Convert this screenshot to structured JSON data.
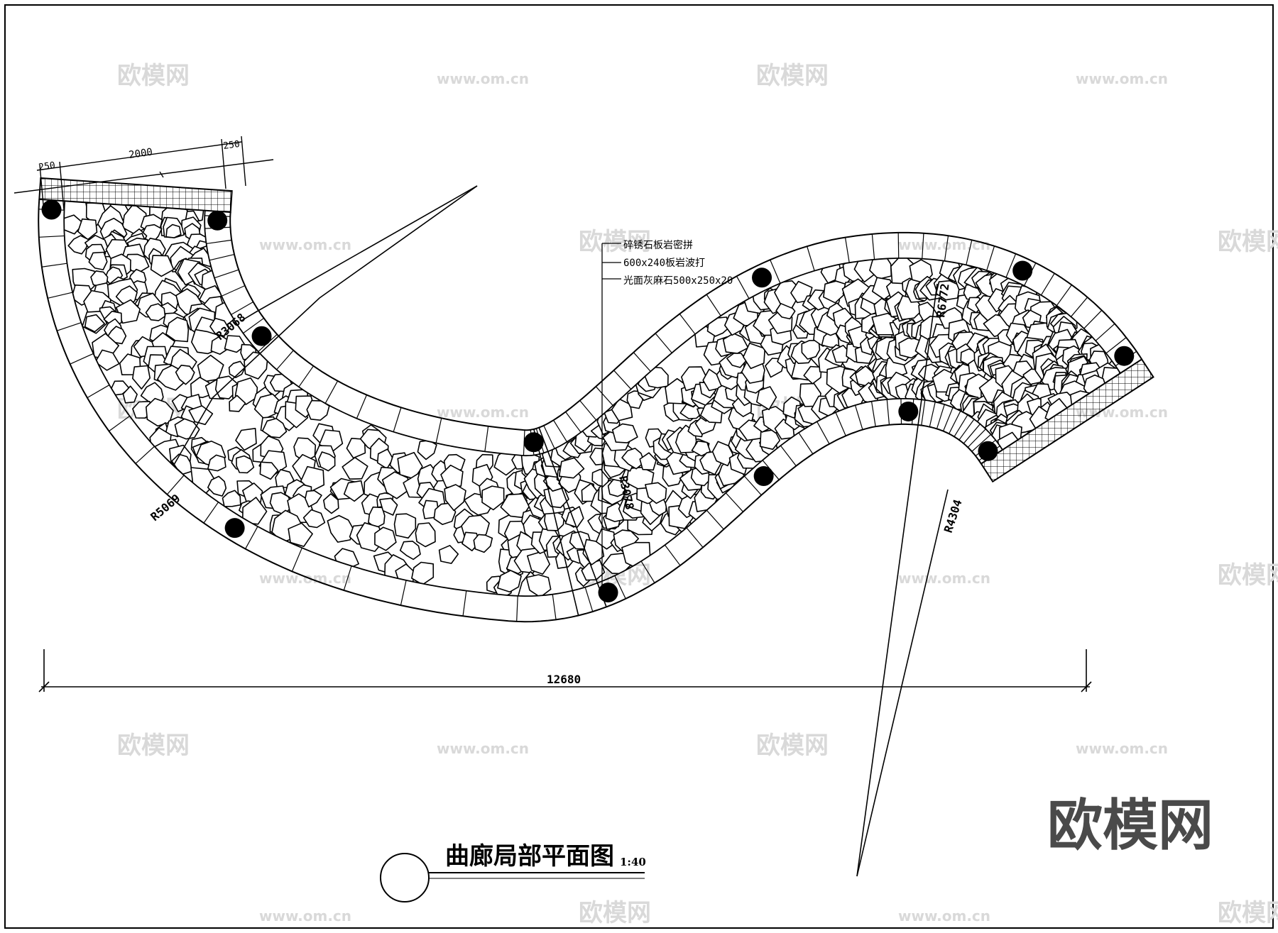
{
  "drawing": {
    "title": "曲廊局部平面图",
    "scale": "1:40",
    "overall_dimension": "12680",
    "top_dimensions": [
      "250",
      "2000",
      "250"
    ],
    "radii": {
      "inner_left": "R3068",
      "outer_left": "R5069",
      "center_mid": "R3078",
      "right_upper": "R6772",
      "right_lower": "R4304"
    },
    "materials": [
      "碎锈石板岩密拼",
      "600x240板岩波打",
      "光面灰麻石500x250x20"
    ]
  },
  "watermarks": {
    "brand": "欧模网",
    "url": "www.om.cn",
    "url_partial": "om.cn"
  }
}
